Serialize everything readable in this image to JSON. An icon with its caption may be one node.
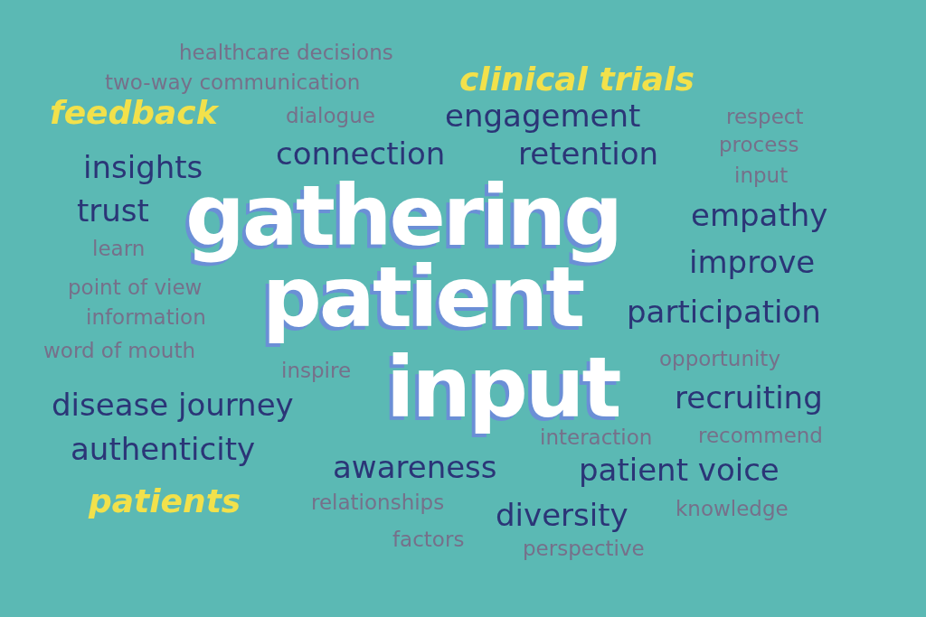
{
  "diagram": {
    "labels": [
      "healthcare decisions",
      "two-way communication",
      "clinical trials",
      "feedback",
      "dialogue",
      "engagement",
      "respect",
      "connection",
      "retention",
      "process",
      "insights",
      "input",
      "trust",
      "gathering",
      "empathy",
      "learn",
      "improve",
      "point of view",
      "patient",
      "participation",
      "information",
      "word of mouth",
      "opportunity",
      "inspire",
      "input",
      "disease journey",
      "recruiting",
      "interaction",
      "recommend",
      "authenticity",
      "awareness",
      "patient voice",
      "patients",
      "relationships",
      "diversity",
      "knowledge",
      "factors",
      "perspective"
    ]
  }
}
